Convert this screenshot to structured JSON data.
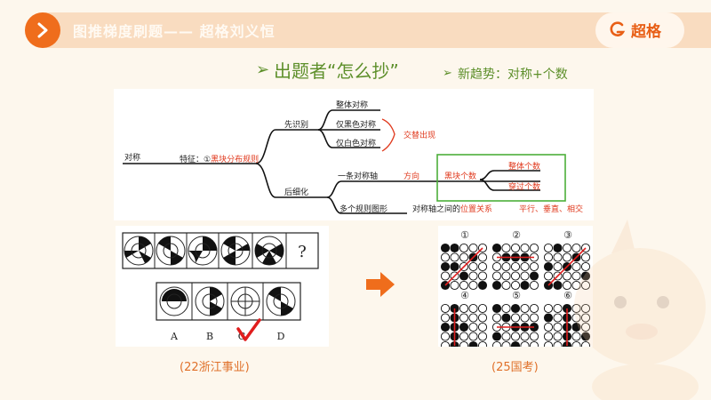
{
  "header": {
    "title": "图推梯度刷题—— 超格刘义恒",
    "brand": "超格"
  },
  "subtitle": {
    "main": "出题者“怎么抄”",
    "secondary": "新趋势：对称+个数"
  },
  "mindmap": {
    "root": "对称",
    "feature_prefix": "特征：①",
    "feature_highlight": "黑块分布规则",
    "branch_first": "先识别",
    "first_items": [
      "整体对称",
      "仅黑色对称",
      "仅白色对称"
    ],
    "first_note": "交替出现",
    "branch_later": "后细化",
    "axis_item": "一条对称轴",
    "direction": "方向",
    "black_count": "黑块个数",
    "count_items": [
      "整体个数",
      "穿过个数"
    ],
    "multi_item": "多个规则图形",
    "relation_prefix": "对称轴之间的",
    "relation_highlight": "位置关系",
    "relation_types": "平行、垂直、相交"
  },
  "left_puzzle": {
    "question_mark": "?",
    "option_labels": [
      "A",
      "B",
      "C",
      "D"
    ],
    "caption": "(22浙江事业)"
  },
  "right_puzzle": {
    "item_labels": [
      "①",
      "②",
      "③",
      "④",
      "⑤",
      "⑥"
    ],
    "caption": "(25国考)"
  },
  "colors": {
    "accent_orange": "#ef6d1c",
    "header_bar": "#f9dcc0",
    "subtitle_green": "#5d8f2a",
    "highlight_red": "#e03a1e",
    "box_green": "#4caf3a"
  },
  "icons": [
    "chevron-right-icon",
    "brand-logo-icon",
    "check-mark-icon",
    "right-arrow-icon",
    "unicorn-mascot-icon"
  ]
}
